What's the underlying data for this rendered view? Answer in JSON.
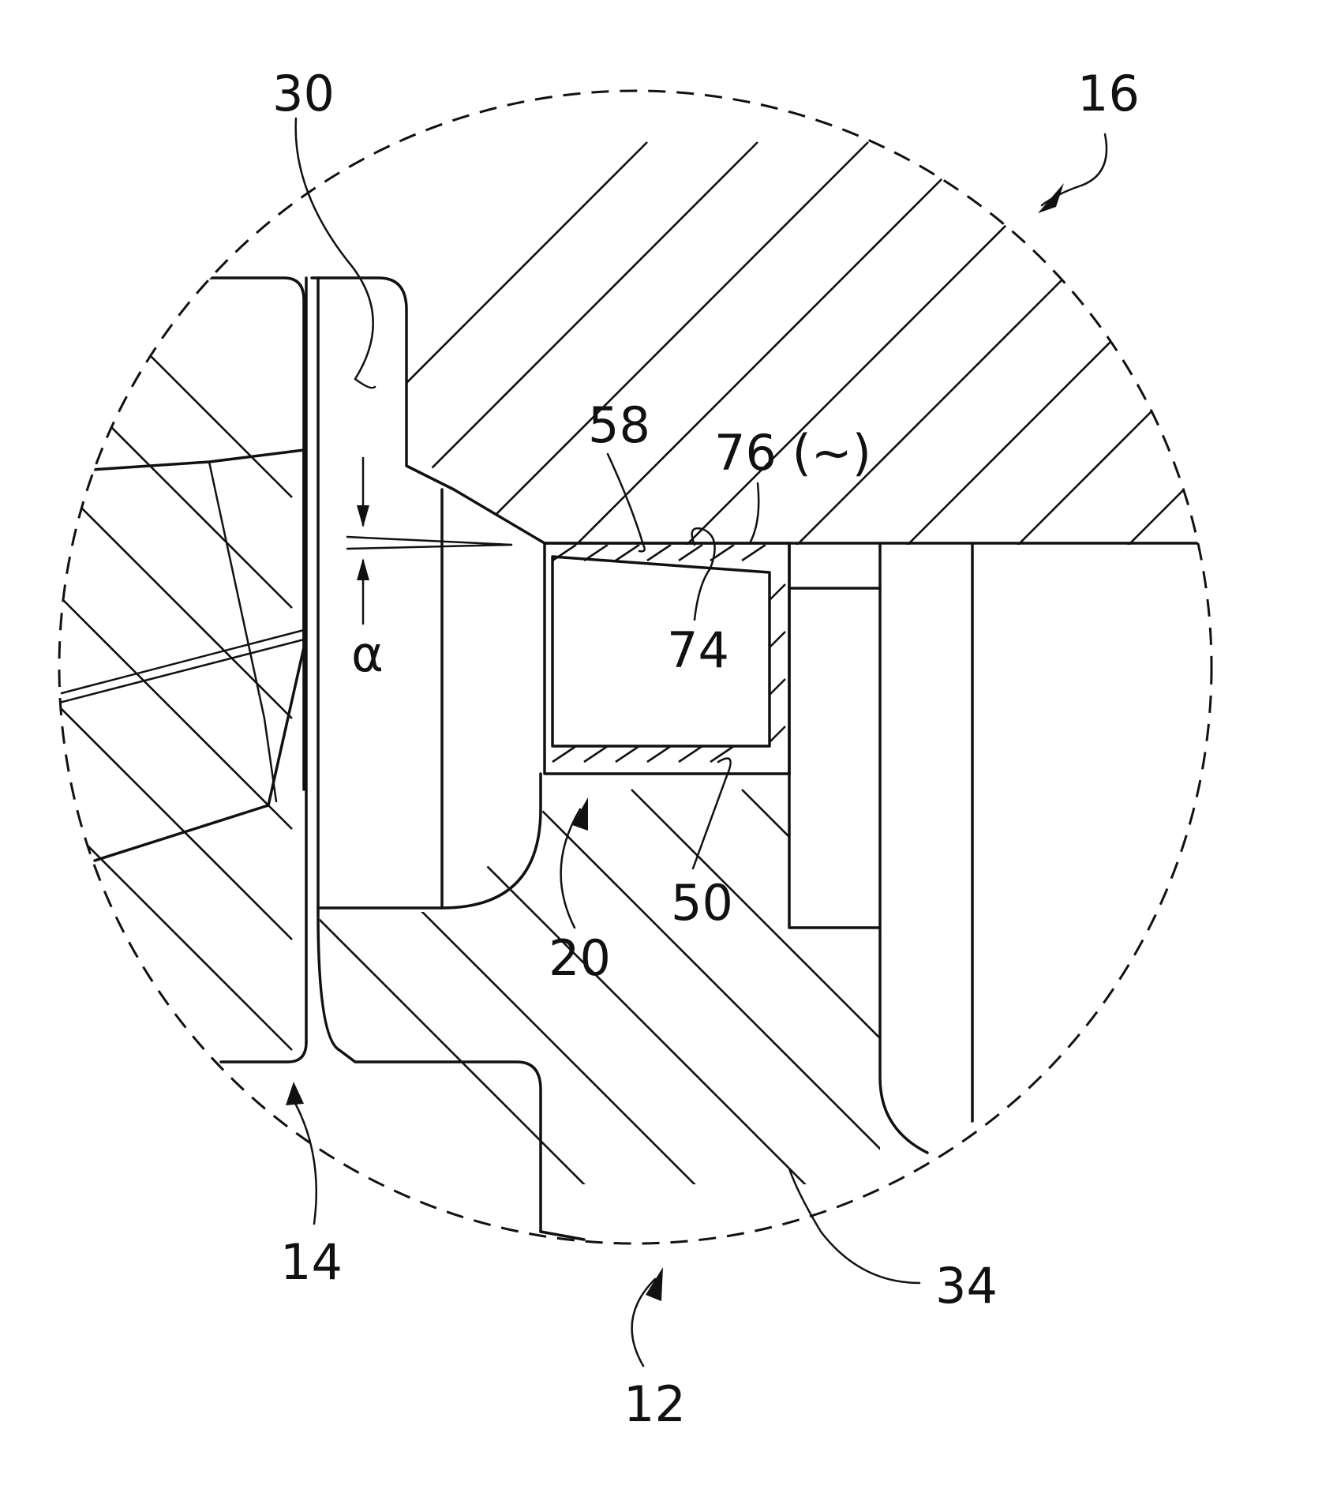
{
  "figure": {
    "labels": {
      "ref_30": "30",
      "ref_16": "16",
      "ref_58": "58",
      "ref_76": "76 (~)",
      "ref_74": "74",
      "ref_alpha": "α",
      "ref_20": "20",
      "ref_50": "50",
      "ref_14": "14",
      "ref_34": "34",
      "ref_12": "12"
    },
    "colors": {
      "ink": "#111111",
      "paper": "#ffffff"
    }
  }
}
